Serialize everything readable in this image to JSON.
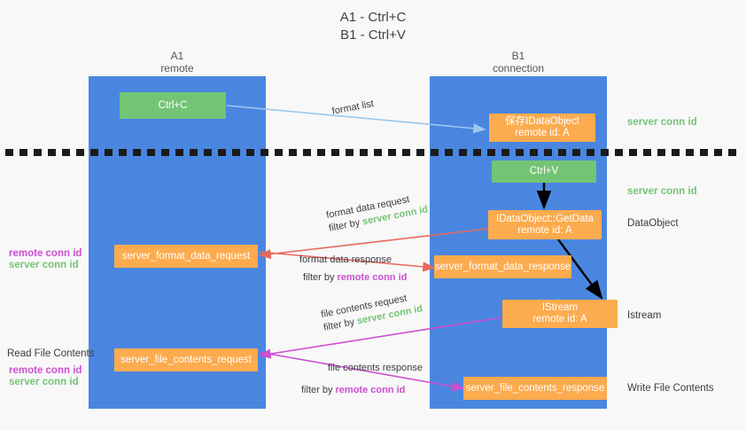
{
  "title": "A1 - Ctrl+C\nB1 - Ctrl+V",
  "columns": {
    "left": {
      "name": "A1",
      "role": "remote",
      "header": "A1\nremote"
    },
    "right": {
      "name": "B1",
      "role": "connection",
      "header": "B1\nconnection"
    }
  },
  "colors": {
    "band": "#4a86e0",
    "green_node": "#74c476",
    "orange_node": "#fcab4e",
    "server_conn_id": "#74c476",
    "remote_conn_id": "#cc4fd0",
    "arrow_blue": "#9cc9ec",
    "arrow_red": "#e8695e",
    "arrow_magenta": "#cc4fd0",
    "arrow_black": "#000000",
    "divider": "#1b1b1b",
    "background": "#f8f8f8"
  },
  "nodes": {
    "ctrl_c": "Ctrl+C",
    "ctrl_v": "Ctrl+V",
    "save_dataobject": "保存IDataObject\nremote id: A",
    "getdata": "IDataObject::GetData\nremote id: A",
    "istream": "IStream\nremote id: A",
    "format_data_request": "server_format_data_request",
    "format_data_response": "server_format_data_response",
    "file_contents_request": "server_file_contents_request",
    "file_contents_response": "server_file_contents_response"
  },
  "right_labels": {
    "server_conn_id_top": "server conn id",
    "server_conn_id_mid": "server conn id",
    "dataobject": "DataObject",
    "istream": "Istream",
    "write_file_contents": "Write File Contents"
  },
  "left_labels": {
    "remote_conn_id_1": "remote conn id",
    "server_conn_id_1": "server conn id",
    "read_file_contents": "Read File Contents",
    "remote_conn_id_2": "remote conn id",
    "server_conn_id_2": "server conn id"
  },
  "edges": {
    "format_list": "format list",
    "format_data_request": "format data request",
    "format_data_request_filter_prefix": "filter by ",
    "format_data_request_filter_value": "server conn id",
    "format_data_response": "format data response",
    "format_data_response_filter_prefix": "filter by ",
    "format_data_response_filter_value": "remote conn id",
    "file_contents_request": "file contents request",
    "file_contents_request_filter_prefix": "filter by ",
    "file_contents_request_filter_value": "server conn id",
    "file_contents_response": "file contents response",
    "file_contents_response_filter_prefix": "filter by ",
    "file_contents_response_filter_value": "remote conn id"
  }
}
